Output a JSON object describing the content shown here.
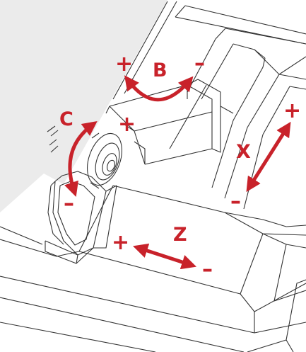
{
  "colors": {
    "background": "#ebebeb",
    "line": "#333333",
    "accent": "#c8222a",
    "surface": "#ffffff"
  },
  "axes": {
    "B": {
      "label": "B",
      "plus": "+",
      "minus": "–"
    },
    "C": {
      "label": "C",
      "plus": "+",
      "minus": "–"
    },
    "X": {
      "label": "X",
      "plus": "+",
      "minus": "–"
    },
    "Z": {
      "label": "Z",
      "plus": "+",
      "minus": "–"
    }
  }
}
